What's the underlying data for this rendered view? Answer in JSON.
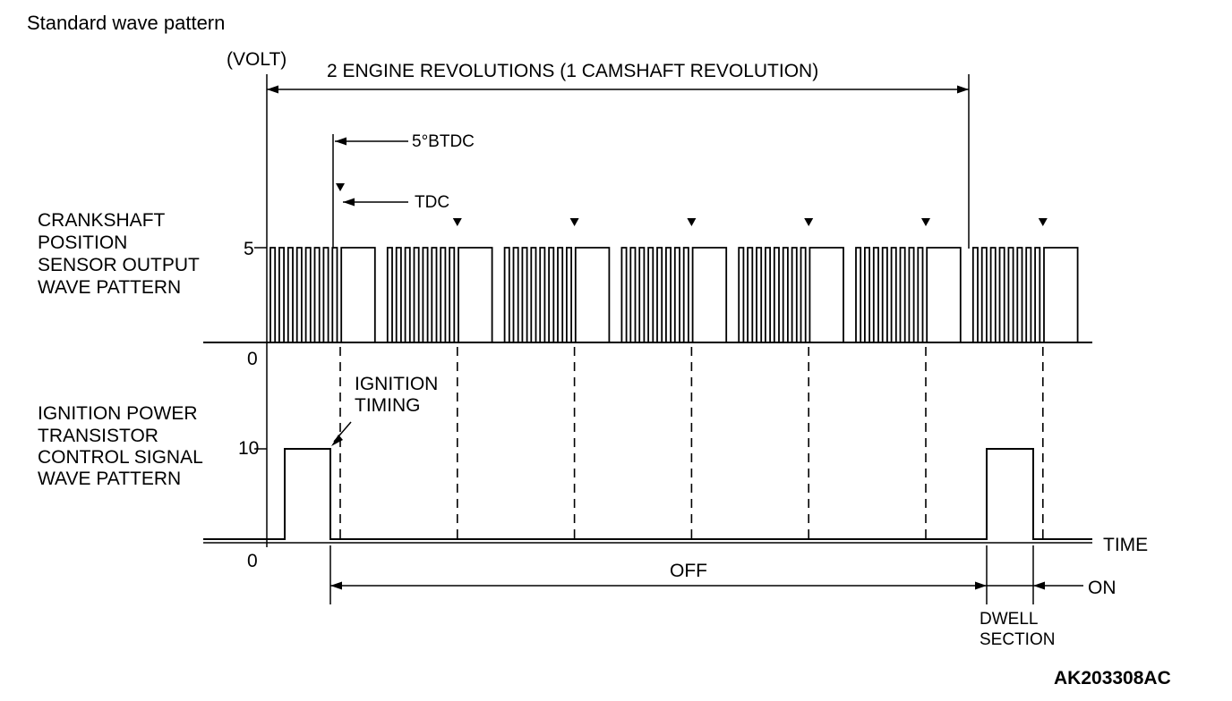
{
  "title": "Standard wave pattern",
  "y_axis_unit": "(VOLT)",
  "revolutions_label": "2 ENGINE REVOLUTIONS (1 CAMSHAFT REVOLUTION)",
  "btdc_label": "5°BTDC",
  "tdc_label": "TDC",
  "crank": {
    "label_lines": [
      "CRANKSHAFT",
      "POSITION",
      "SENSOR OUTPUT",
      "WAVE PATTERN"
    ],
    "high_tick": "5",
    "zero_tick": "0",
    "high_volts": 5,
    "groups": 7,
    "pulses_per_group": 8,
    "tdc_markers": 7
  },
  "ignition": {
    "label_lines": [
      "IGNITION POWER",
      "TRANSISTOR",
      "CONTROL SIGNAL",
      "WAVE PATTERN"
    ],
    "high_tick": "10",
    "zero_tick": "0",
    "high_volts": 10,
    "timing_label_lines": [
      "IGNITION",
      "TIMING"
    ]
  },
  "time_label": "TIME",
  "off_label": "OFF",
  "on_label": "ON",
  "dwell_label_lines": [
    "DWELL",
    "SECTION"
  ],
  "figure_code": "AK203308AC"
}
